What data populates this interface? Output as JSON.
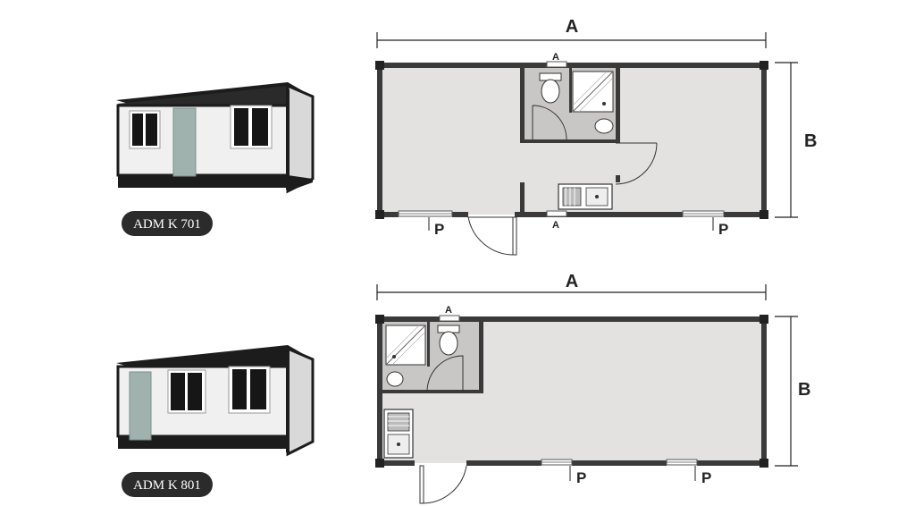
{
  "models": [
    {
      "name": "ADM K 701",
      "dimension_width_label": "A",
      "dimension_height_label": "B",
      "window_label": "P",
      "sink_window_label": "A"
    },
    {
      "name": "ADM K 801",
      "dimension_width_label": "A",
      "dimension_height_label": "B",
      "window_label": "P",
      "sink_window_label": "A"
    }
  ],
  "colors": {
    "floor": "#e4e2e1",
    "wall": "#3a3a3a",
    "bathroom_floor": "#c9c7c6",
    "container_body": "#f2f2f2",
    "container_frame": "#1c1c1c",
    "door": "#9fb2ad",
    "badge_bg": "#2b2b2b",
    "badge_text": "#ffffff"
  }
}
